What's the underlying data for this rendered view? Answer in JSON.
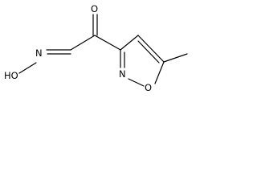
{
  "structure": {
    "atoms": {
      "hydroxyl": "HO",
      "oxime_nitrogen": "N",
      "carbonyl_oxygen": "O",
      "ring_nitrogen": "N",
      "ring_oxygen": "O"
    }
  }
}
